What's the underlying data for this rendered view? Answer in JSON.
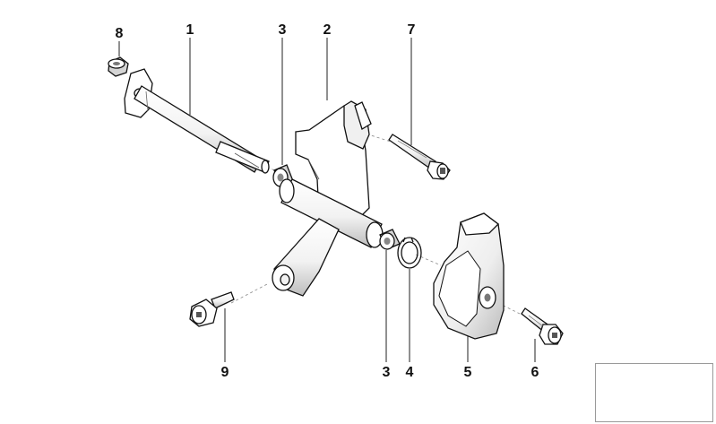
{
  "diagram": {
    "callouts": [
      {
        "id": "c8",
        "label": "8"
      },
      {
        "id": "c1",
        "label": "1"
      },
      {
        "id": "c3a",
        "label": "3"
      },
      {
        "id": "c2",
        "label": "2"
      },
      {
        "id": "c7",
        "label": "7"
      },
      {
        "id": "c9",
        "label": "9"
      },
      {
        "id": "c3b",
        "label": "3"
      },
      {
        "id": "c4",
        "label": "4"
      },
      {
        "id": "c5",
        "label": "5"
      },
      {
        "id": "c6",
        "label": "6"
      }
    ]
  },
  "colors": {
    "line": "#111111",
    "part_fill": "#ffffff",
    "shade": "#d4d4d4",
    "thumb_shade": "#c8c8c8",
    "leader": "#222222",
    "dash": "#888888"
  }
}
